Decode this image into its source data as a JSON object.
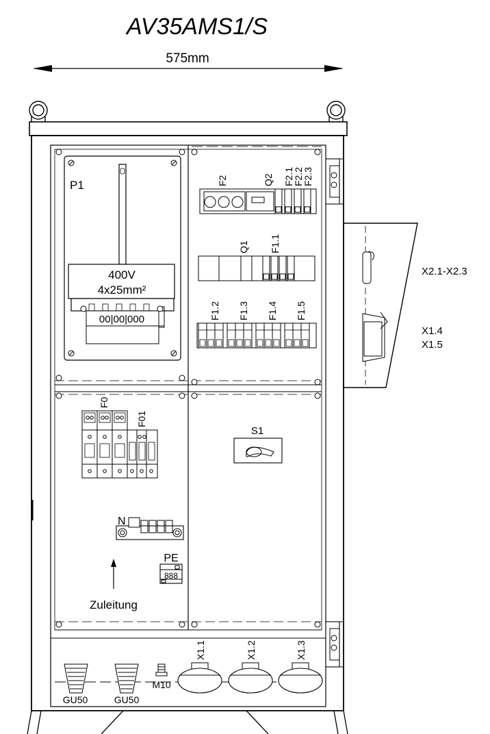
{
  "title": "AV35AMS1/S",
  "dimension": "575mm",
  "labels": {
    "p1": "P1",
    "voltage": "400V",
    "cable": "4x25mm²",
    "terminals": "00|00|000",
    "f2": "F2",
    "q2": "Q2",
    "f21": "F2.1",
    "f22": "F2.2",
    "f23": "F2.3",
    "q1": "Q1",
    "f11": "F1.1",
    "f12": "F1.2",
    "f13": "F1.3",
    "f14": "F1.4",
    "f15": "F1.5",
    "f0": "F0",
    "f01": "F01",
    "s1": "S1",
    "n": "N",
    "pe": "PE",
    "pe_terminal": "888",
    "zuleitung": "Zuleitung",
    "x11": "X1.1",
    "x12": "X1.2",
    "x13": "X1.3",
    "gu50_left": "GU50",
    "gu50_right": "GU50",
    "m10": "M10",
    "x21_x23": "X2.1-X2.3",
    "x14": "X1.4",
    "x15": "X1.5"
  }
}
